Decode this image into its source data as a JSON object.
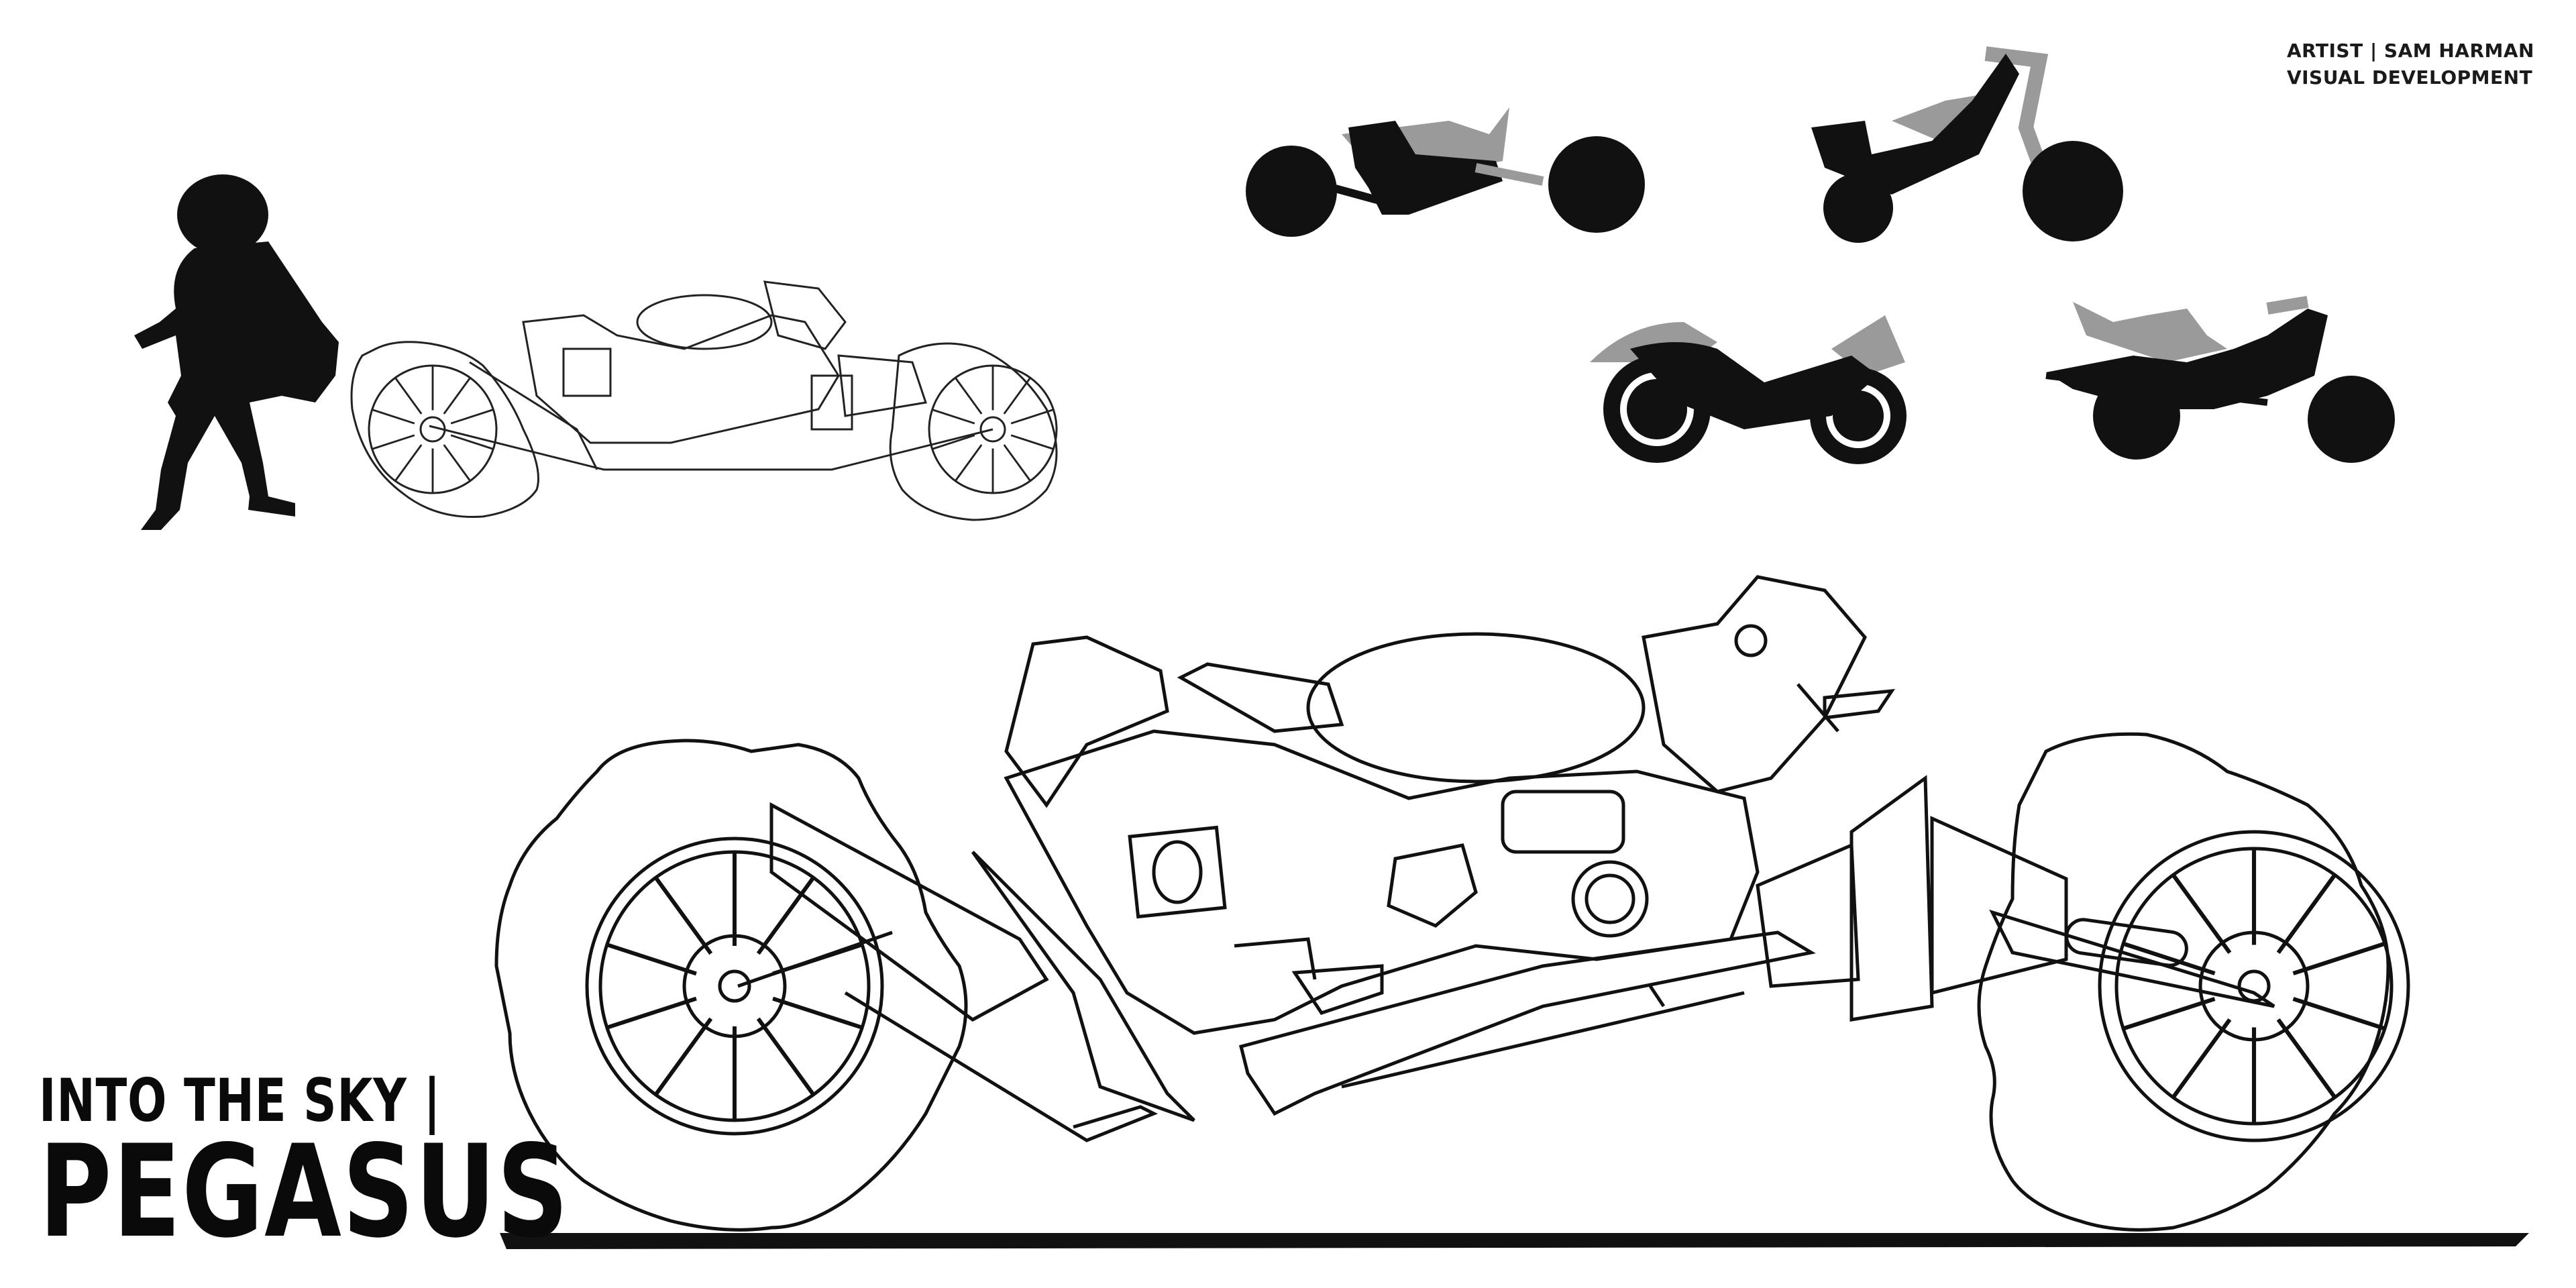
{
  "credit": {
    "artist": "ARTIST | SAM HARMAN",
    "role": "VISUAL DEVELOPMENT"
  },
  "title": {
    "line1": "INTO THE SKY |",
    "line2": "PEGASUS"
  },
  "colors": {
    "ink": "#111111",
    "shadow_gray": "#9a9a9a",
    "paper": "#ffffff"
  },
  "artwork": {
    "figure": "character-silhouette",
    "main_bike": "motorcycle-lineart-large",
    "small_bike": "motorcycle-lineart-small",
    "thumbnails": [
      "bike-thumbnail-1",
      "bike-thumbnail-2",
      "bike-thumbnail-3",
      "bike-thumbnail-4"
    ]
  }
}
